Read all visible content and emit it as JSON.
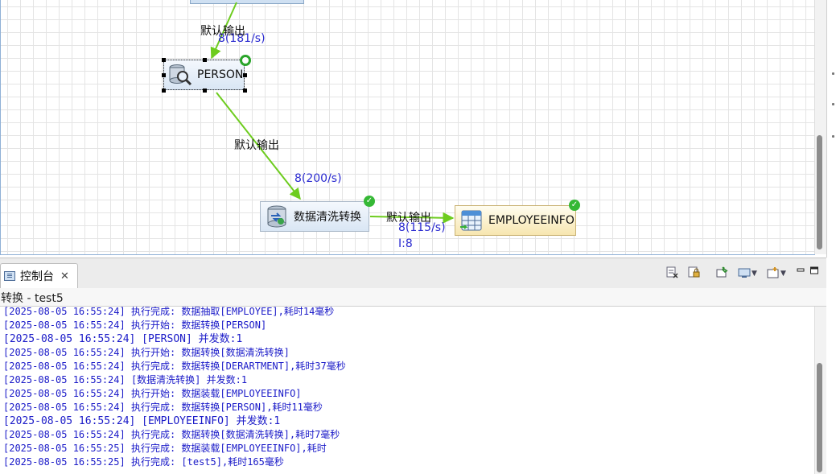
{
  "diagram": {
    "hops": [
      {
        "label": "默认输出",
        "rate": "8(181/s)"
      },
      {
        "label": "默认输出",
        "rate": "8(200/s)"
      },
      {
        "label": "默认输出",
        "rate": "8(115/s)",
        "extra": "I:8"
      }
    ],
    "steps": [
      {
        "name": "PERSON",
        "icon": "database-lookup-icon",
        "status": "running"
      },
      {
        "name": "数据清洗转换",
        "icon": "database-transform-icon",
        "status": "ok"
      },
      {
        "name": "EMPLOYEEINFO",
        "icon": "table-output-icon",
        "status": "ok"
      }
    ],
    "colors": {
      "hop": "#6dcc1e",
      "rate": "#2b2bd0",
      "ok": "#35b835"
    }
  },
  "console": {
    "tab_label": "控制台",
    "title": "转换 - test5",
    "toolbar": [
      {
        "name": "clear-console-button",
        "icon": "clear-icon"
      },
      {
        "name": "scroll-lock-button",
        "icon": "scroll-lock-icon"
      },
      {
        "name": "pin-console-button",
        "icon": "pin-icon"
      },
      {
        "name": "display-console-button",
        "icon": "display-icon"
      },
      {
        "name": "open-console-button",
        "icon": "new-console-icon"
      },
      {
        "name": "minimize-button",
        "icon": "minimize-icon"
      },
      {
        "name": "maximize-button",
        "icon": "maximize-icon"
      }
    ],
    "lines": [
      "[2025-08-05 16:55:24] 执行完成: 数据抽取[EMPLOYEE],耗时14毫秒",
      "[2025-08-05 16:55:24] 执行开始: 数据转换[PERSON]",
      "[2025-08-05 16:55:24] [PERSON] 并发数:1",
      "[2025-08-05 16:55:24] 执行开始: 数据转换[数据清洗转换]",
      "[2025-08-05 16:55:24] 执行完成: 数据转换[DERARTMENT],耗时37毫秒",
      "[2025-08-05 16:55:24] [数据清洗转换] 并发数:1",
      "[2025-08-05 16:55:24] 执行开始: 数据装载[EMPLOYEEINFO]",
      "[2025-08-05 16:55:24] 执行完成: 数据转换[PERSON],耗时11毫秒",
      "[2025-08-05 16:55:24] [EMPLOYEEINFO] 并发数:1",
      "[2025-08-05 16:55:24] 执行完成: 数据转换[数据清洗转换],耗时7毫秒",
      "[2025-08-05 16:55:25] 执行完成: 数据装载[EMPLOYEEINFO],耗时",
      "[2025-08-05 16:55:25] 执行完成: [test5],耗时165毫秒"
    ]
  }
}
